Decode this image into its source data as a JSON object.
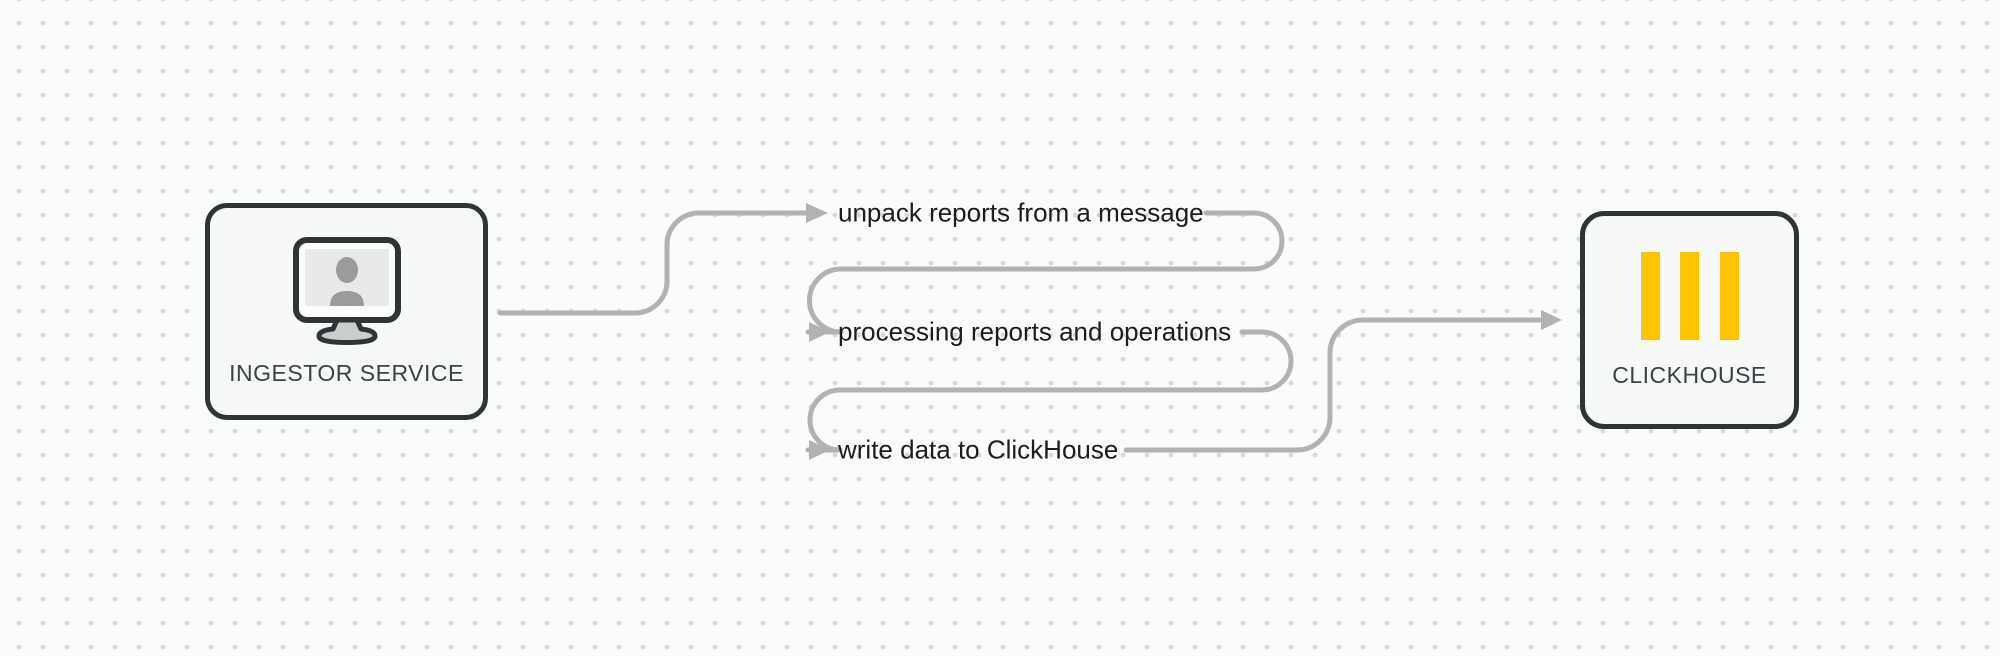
{
  "colors": {
    "background": "#fafbfb",
    "dot": "#d8d9d9",
    "connector": "#b1b2b2",
    "node_border": "#2f3437",
    "node_fill": "#f7f8f8",
    "step_text": "#1b1d1f",
    "node_label_text": "#3d4247",
    "clickhouse_yellow": "#fdc500"
  },
  "nodes": {
    "ingestor": {
      "label": "INGESTOR SERVICE",
      "icon": "monitor-user-icon"
    },
    "clickhouse": {
      "label": "CLICKHOUSE",
      "icon": "clickhouse-logo-icon"
    }
  },
  "steps": [
    {
      "label": "unpack reports from a message"
    },
    {
      "label": "processing reports and operations"
    },
    {
      "label": "write data to ClickHouse"
    }
  ]
}
